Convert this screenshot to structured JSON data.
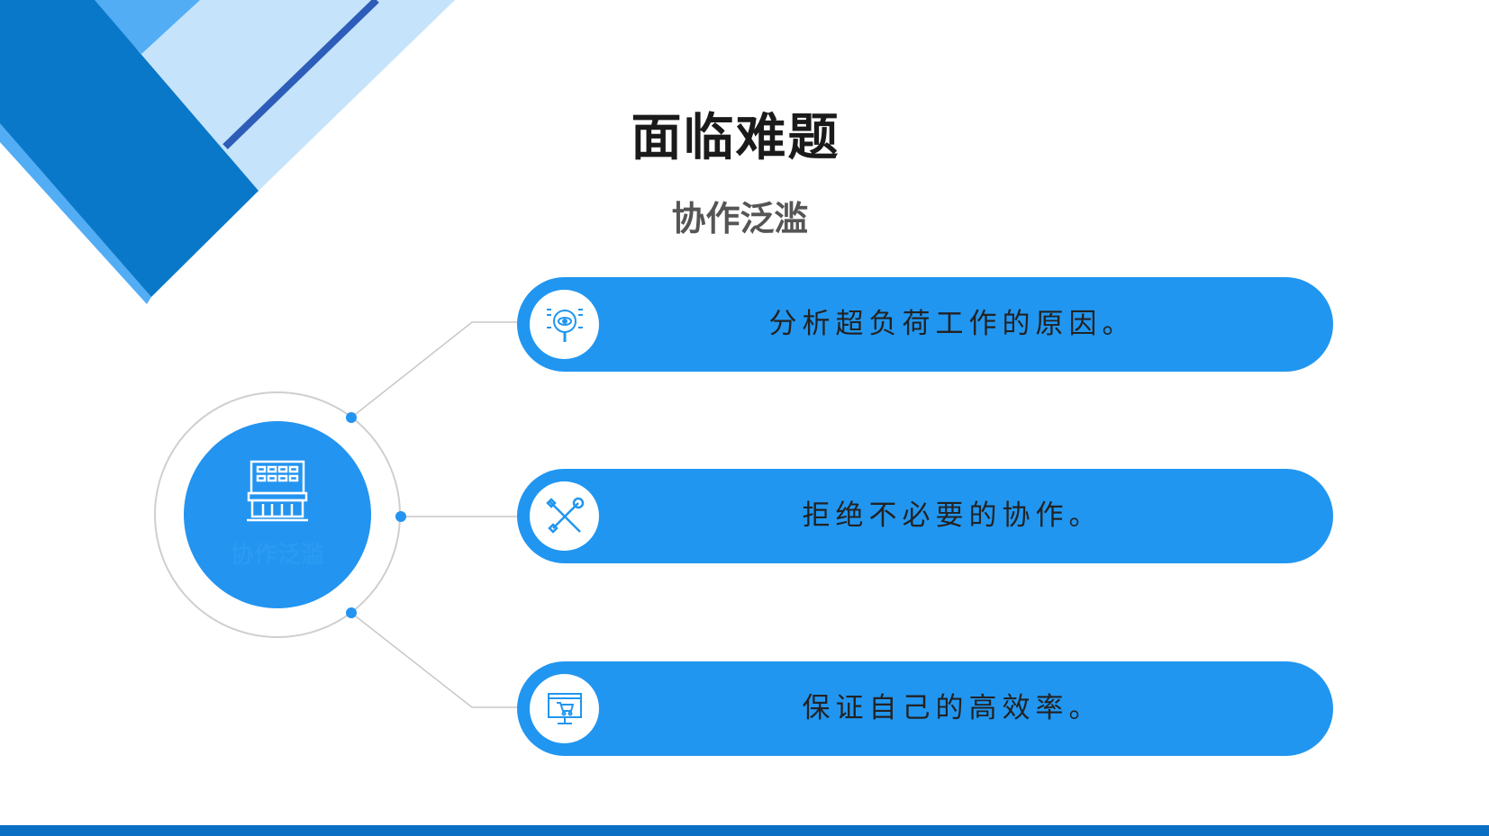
{
  "title": "面临难题",
  "subtitle": "协作泛滥",
  "center": {
    "icon": "building-icon",
    "label": "协作泛滥"
  },
  "items": [
    {
      "icon": "search-eye-icon",
      "text": "分析超负荷工作的原因。"
    },
    {
      "icon": "tools-icon",
      "text": "拒绝不必要的协作。"
    },
    {
      "icon": "monitor-cart-icon",
      "text": "保证自己的高效率。"
    }
  ],
  "colors": {
    "accent": "#2196f0",
    "dark_blue": "#0a78c8",
    "light_blue": "#c5e3fb",
    "navy": "#2d5db8"
  }
}
